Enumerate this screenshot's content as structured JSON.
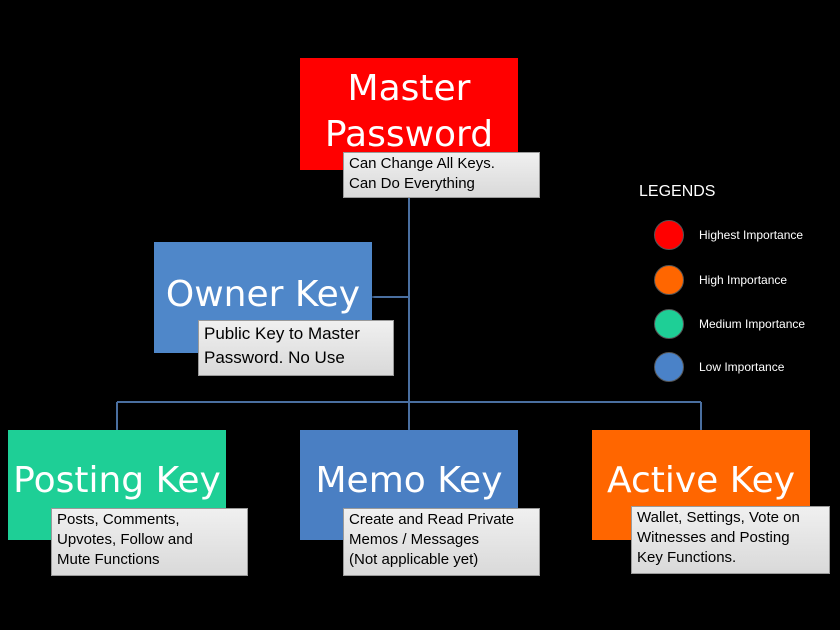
{
  "nodes": {
    "master": {
      "title_1": "Master",
      "title_2": "Password",
      "note": [
        "Can Change All Keys.",
        "Can Do Everything"
      ]
    },
    "owner": {
      "title": "Owner Key",
      "note": [
        "Public Key to Master",
        "Password. No Use"
      ]
    },
    "posting": {
      "title": "Posting Key",
      "note": [
        "Posts, Comments,",
        "Upvotes, Follow and",
        "Mute Functions"
      ]
    },
    "memo": {
      "title": "Memo Key",
      "note": [
        "Create and Read Private",
        "Memos / Messages",
        "(Not applicable yet)"
      ]
    },
    "active": {
      "title": "Active Key",
      "note": [
        "Wallet, Settings, Vote on",
        "Witnesses and Posting",
        "Key Functions."
      ]
    }
  },
  "legend": {
    "title": "LEGENDS",
    "items": [
      {
        "label": "Highest Importance",
        "color": "#ff0000"
      },
      {
        "label": "High Importance",
        "color": "#ff6600"
      },
      {
        "label": "Medium Importance",
        "color": "#1ecf96"
      },
      {
        "label": "Low Importance",
        "color": "#4a82c8"
      }
    ]
  },
  "colors": {
    "master": "#ff0000",
    "owner": "#4f87c9",
    "posting": "#1ecf96",
    "memo": "#4a7fc3",
    "active": "#ff6600",
    "connector": "#4a6fa0"
  }
}
